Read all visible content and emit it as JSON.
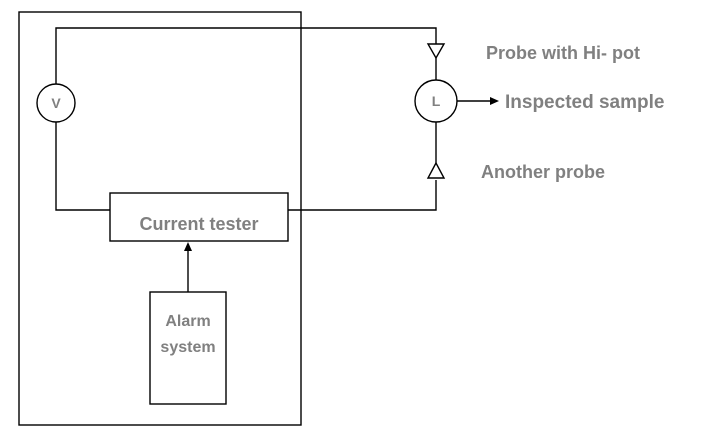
{
  "diagram": {
    "meter_symbol": "V",
    "load_symbol": "L",
    "current_tester": "Current tester",
    "alarm_line1": "Alarm",
    "alarm_line2": "system",
    "probe_hipot": "Probe with Hi- pot",
    "inspected_sample": "Inspected sample",
    "another_probe": "Another probe"
  }
}
